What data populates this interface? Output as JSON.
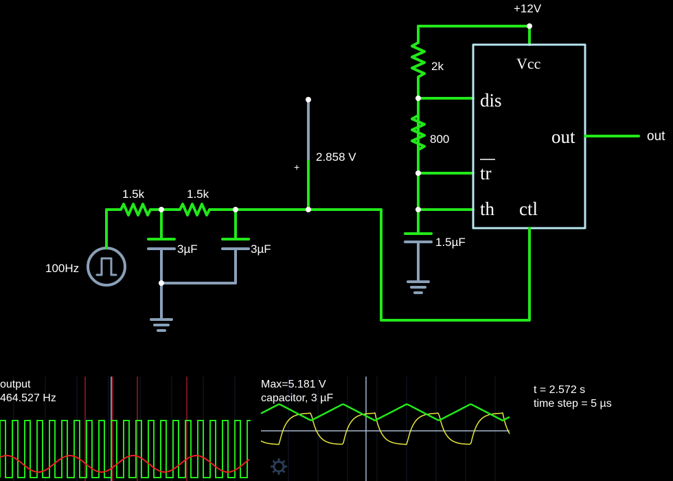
{
  "circuit": {
    "supply_label": "+12V",
    "r_top": "2k",
    "r_mid": "800",
    "c_timing": "1.5µF",
    "r1": "1.5k",
    "r2": "1.5k",
    "c1": "3µF",
    "c2": "3µF",
    "source": "100Hz",
    "voltmeter_reading": "2.858 V",
    "voltmeter_plus": "+",
    "output_label": "out",
    "chip": {
      "vcc": "Vcc",
      "dis": "dis",
      "out": "out",
      "tr": "tr",
      "th": "th",
      "ctl": "ctl"
    }
  },
  "scope1": {
    "name": "output",
    "freq": "464.527 Hz"
  },
  "scope2": {
    "max": "Max=5.181 V",
    "name": "capacitor, 3 µF"
  },
  "status": {
    "time": "t = 2.572 s",
    "time_step": "time step = 5 µs"
  },
  "colors": {
    "live": "#22e81a",
    "neutral": "#8aa0b8",
    "chip": "#b8e6f0",
    "red": "#ee2020",
    "yellow": "#e8e840"
  },
  "icons": {
    "settings": "gear-icon"
  }
}
